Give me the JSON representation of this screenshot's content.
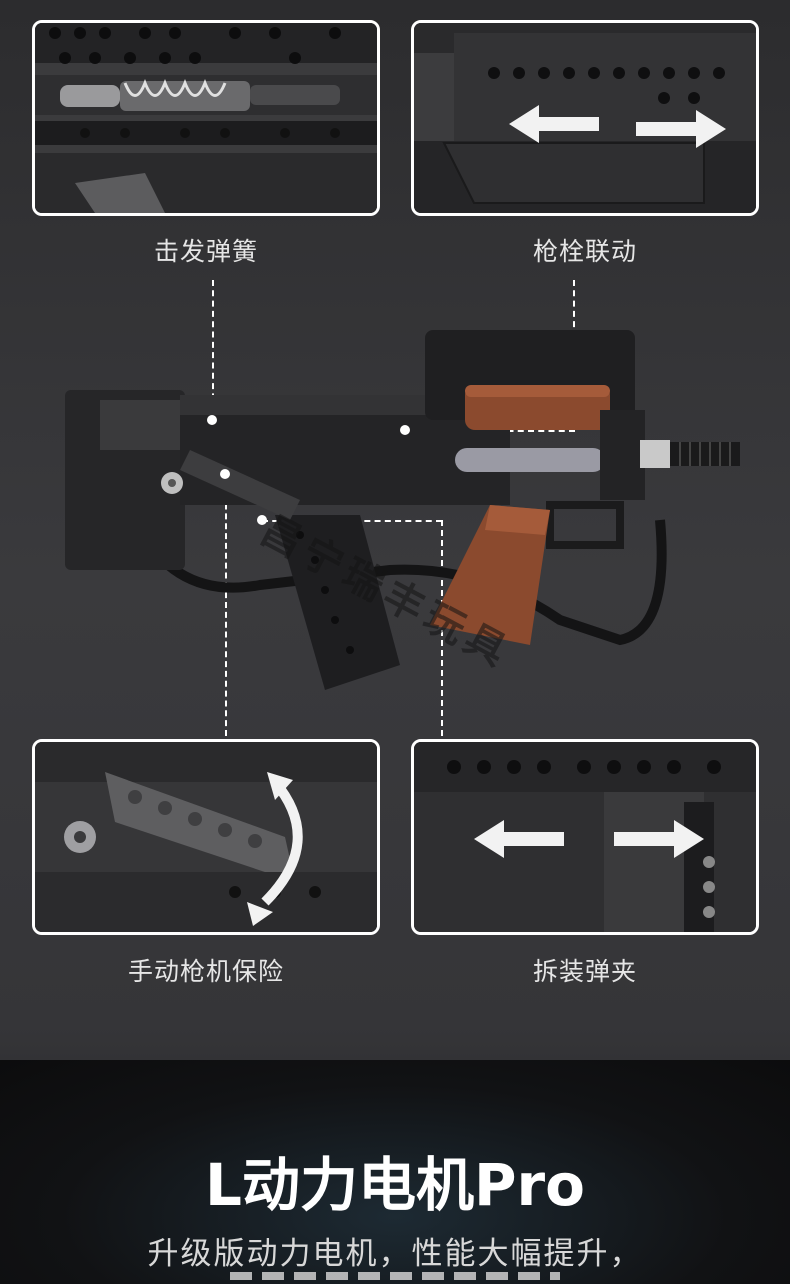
{
  "features": {
    "top_left": {
      "label": "击发弹簧",
      "icon": "firing-spring-icon"
    },
    "top_right": {
      "label": "枪栓联动",
      "icon": "bolt-linkage-icon"
    },
    "bottom_left": {
      "label": "手动枪机保险",
      "icon": "manual-safety-icon"
    },
    "bottom_right": {
      "label": "拆装弹夹",
      "icon": "detachable-magazine-icon"
    }
  },
  "watermark": "昌宁瑞丰玩具",
  "motor_section": {
    "title": "L动力电机Pro",
    "subtitle": "升级版动力电机，性能大幅提升，"
  },
  "colors": {
    "wood": "#8b4a2e",
    "body": "#262628",
    "frame": "#ffffff"
  }
}
